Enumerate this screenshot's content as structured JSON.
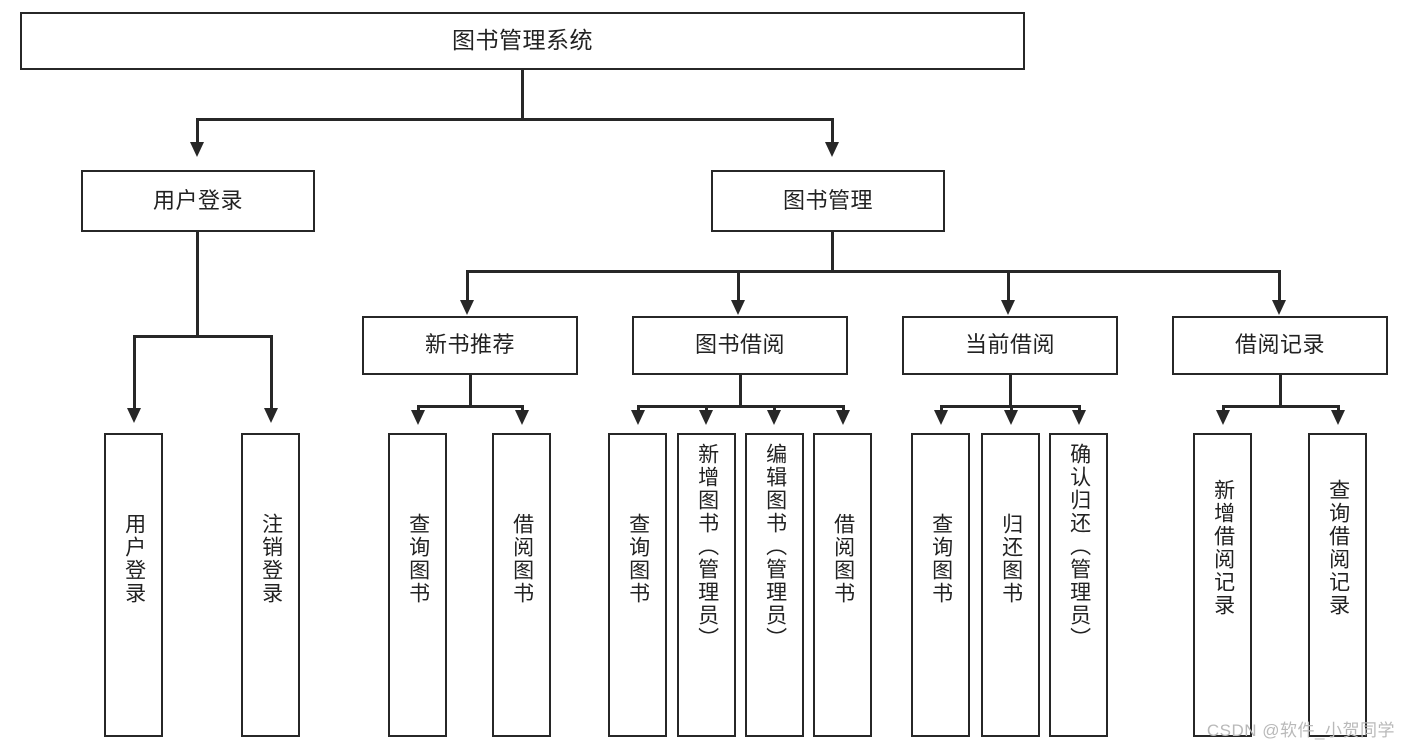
{
  "diagram": {
    "type": "tree-hierarchy",
    "title": "图书管理系统",
    "watermark": "CSDN @软件_小贺同学",
    "colors": {
      "box_border": "#272727",
      "box_fill": "#ffffff",
      "connector": "#272727",
      "text": "#222222",
      "watermark": "#b9b9b9",
      "background": "#ffffff"
    },
    "nodes": {
      "root": {
        "label": "图书管理系统"
      },
      "level2": [
        {
          "id": "user-login",
          "label": "用户登录"
        },
        {
          "id": "book-manage",
          "label": "图书管理"
        }
      ],
      "level3": [
        {
          "id": "new-book-rec",
          "label": "新书推荐"
        },
        {
          "id": "book-borrow",
          "label": "图书借阅"
        },
        {
          "id": "current-borrow",
          "label": "当前借阅"
        },
        {
          "id": "borrow-record",
          "label": "借阅记录"
        }
      ],
      "leaves": {
        "user_login": [
          {
            "id": "leaf-user-login",
            "label": "用户登录"
          },
          {
            "id": "leaf-logout",
            "label": "注销登录"
          }
        ],
        "new_book_rec": [
          {
            "id": "leaf-query-book-1",
            "label": "查询图书"
          },
          {
            "id": "leaf-borrow-book-1",
            "label": "借阅图书"
          }
        ],
        "book_borrow": [
          {
            "id": "leaf-query-book-2",
            "label": "查询图书"
          },
          {
            "id": "leaf-add-book",
            "label": "新增图书（管理员）"
          },
          {
            "id": "leaf-edit-book",
            "label": "编辑图书（管理员）"
          },
          {
            "id": "leaf-borrow-book-2",
            "label": "借阅图书"
          }
        ],
        "current_borrow": [
          {
            "id": "leaf-query-book-3",
            "label": "查询图书"
          },
          {
            "id": "leaf-return-book",
            "label": "归还图书"
          },
          {
            "id": "leaf-confirm-return",
            "label": "确认归还（管理员）"
          }
        ],
        "borrow_record": [
          {
            "id": "leaf-add-record",
            "label": "新增借阅记录"
          },
          {
            "id": "leaf-query-record",
            "label": "查询借阅记录"
          }
        ]
      }
    }
  }
}
